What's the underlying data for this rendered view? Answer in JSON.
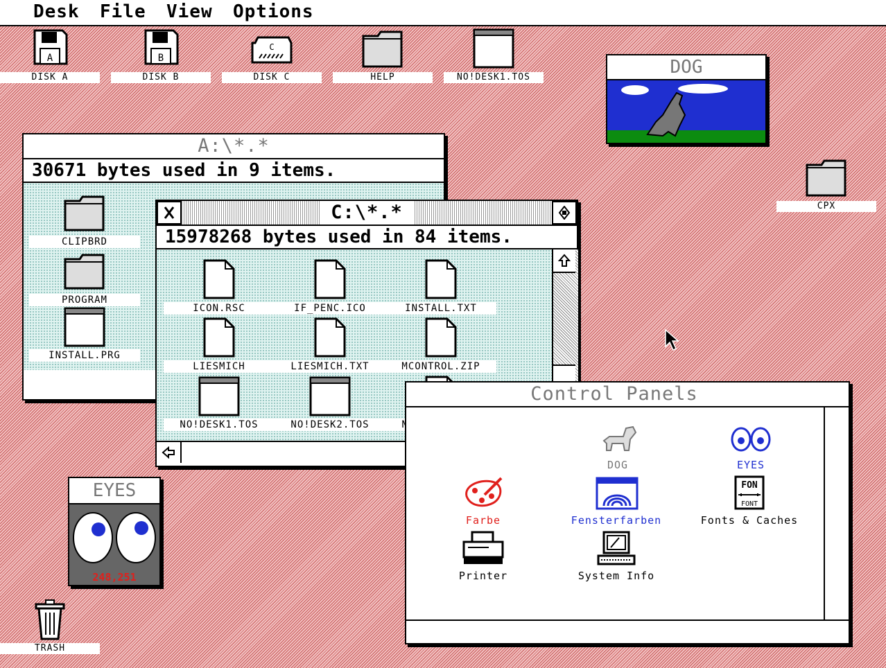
{
  "menu": {
    "items": [
      "Desk",
      "File",
      "View",
      "Options"
    ]
  },
  "desktop_icons": {
    "disk_a": {
      "label": "DISK A",
      "letter": "A"
    },
    "disk_b": {
      "label": "DISK B",
      "letter": "B"
    },
    "disk_c": {
      "label": "DISK C",
      "letter": "C"
    },
    "help": {
      "label": "HELP"
    },
    "nodesk": {
      "label": "NO!DESK1.TOS"
    },
    "cpx": {
      "label": "CPX"
    },
    "trash": {
      "label": "TRASH"
    }
  },
  "dog_accessory": {
    "title": "DOG"
  },
  "eyes_accessory": {
    "title": "EYES",
    "coords": "248,251"
  },
  "window_a": {
    "title": "A:\\*.*",
    "info": "30671 bytes used in 9 items.",
    "items": [
      "CLIPBRD",
      "PROGRAM",
      "INSTALL.PRG"
    ]
  },
  "window_c": {
    "title": "C:\\*.*",
    "info": "15978268 bytes used in 84 items.",
    "items": [
      "ICON.RSC",
      "IF_PENC.ICO",
      "INSTALL.TXT",
      "LIESMICH",
      "LIESMICH.TXT",
      "MCONTROL.ZIP",
      "NO!DESK1.TOS",
      "NO!DESK2.TOS",
      "NOCONFIG.TXT"
    ]
  },
  "control_panels": {
    "title": "Control Panels",
    "items": [
      "DOG",
      "EYES",
      "Farbe",
      "Fensterfarben",
      "Fonts & Caches",
      "Printer",
      "System Info"
    ]
  },
  "colors": {
    "desktop": "#d86a6a",
    "farbe_label": "#e0201c",
    "blue_label": "#1f2fd0",
    "eyes_coords": "#e0201c"
  }
}
